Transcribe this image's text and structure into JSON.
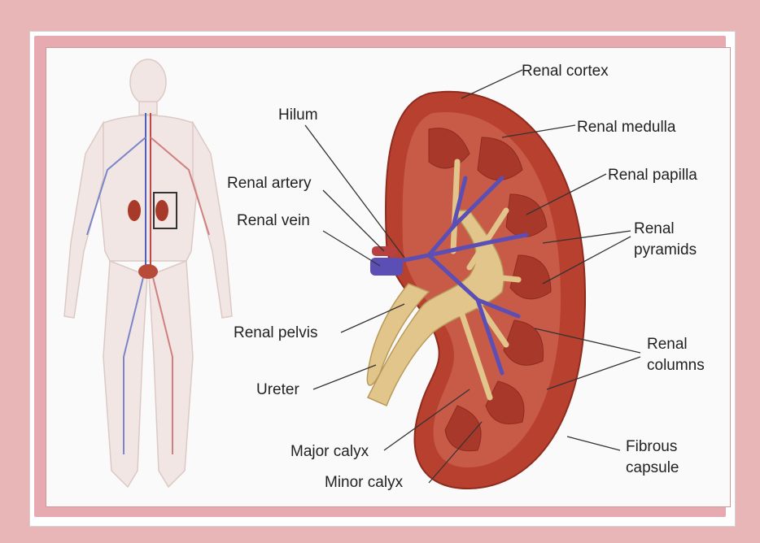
{
  "labels": {
    "hilum": "Hilum",
    "renal_artery": "Renal artery",
    "renal_vein": "Renal vein",
    "renal_pelvis": "Renal pelvis",
    "ureter": "Ureter",
    "major_calyx": "Major calyx",
    "minor_calyx": "Minor calyx",
    "renal_cortex": "Renal cortex",
    "renal_medulla": "Renal medulla",
    "renal_papilla": "Renal papilla",
    "renal_pyramids_1": "Renal",
    "renal_pyramids_2": "pyramids",
    "renal_columns_1": "Renal",
    "renal_columns_2": "columns",
    "fibrous_capsule_1": "Fibrous",
    "fibrous_capsule_2": "capsule"
  },
  "colors": {
    "background": "#e9b6b7",
    "cortex": "#b8402e",
    "medulla": "#c85a48",
    "vein": "#5b4fb5",
    "pelvis": "#e2c58a",
    "leader_line": "#333333"
  }
}
